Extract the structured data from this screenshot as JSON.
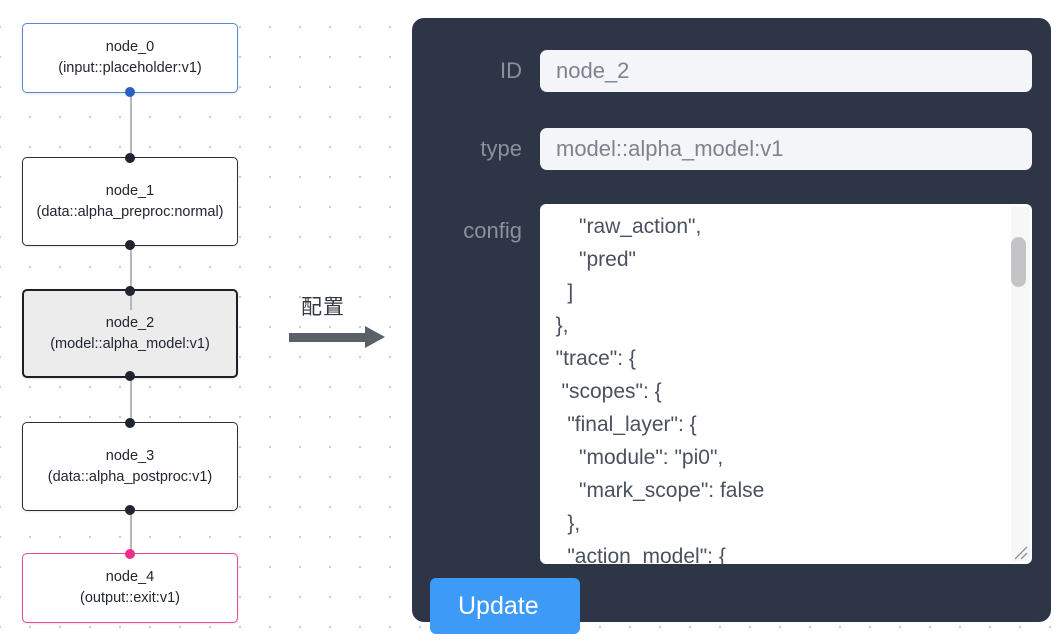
{
  "canvas": {
    "nodes": [
      {
        "id": "node_0",
        "label_line1": "node_0",
        "label_line2": "(input::placeholder:v1)",
        "kind": "input",
        "selected": false
      },
      {
        "id": "node_1",
        "label_line1": "node_1",
        "label_line2": "(data::alpha_preproc:normal)",
        "kind": "default",
        "selected": false
      },
      {
        "id": "node_2",
        "label_line1": "node_2",
        "label_line2": "(model::alpha_model:v1)",
        "kind": "default",
        "selected": true
      },
      {
        "id": "node_3",
        "label_line1": "node_3",
        "label_line2": "(data::alpha_postproc:v1)",
        "kind": "default",
        "selected": false
      },
      {
        "id": "node_4",
        "label_line1": "node_4",
        "label_line2": "(output::exit:v1)",
        "kind": "output",
        "selected": false
      }
    ],
    "colors": {
      "input_border": "#5b86d6",
      "output_border": "#e8499b",
      "default_border": "#2b2f3a",
      "selected_fill": "#ececed",
      "edge": "#b4b7bd",
      "dot_grid": "#c9ccd4"
    }
  },
  "arrow": {
    "label": "配置",
    "icon": "right-arrow-icon",
    "color": "#5b6068"
  },
  "panel": {
    "background": "#2d3546",
    "fields": {
      "id": {
        "label": "ID",
        "value": "node_2"
      },
      "type": {
        "label": "type",
        "value": "model::alpha_model:v1"
      },
      "config": {
        "label": "config",
        "value": "      \"raw_action\",\n      \"pred\"\n    ]\n  },\n  \"trace\": {\n   \"scopes\": {\n    \"final_layer\": {\n      \"module\": \"pi0\",\n      \"mark_scope\": false\n    },\n    \"action_model\": {"
      }
    },
    "update_button": {
      "label": "Update",
      "color": "#3d9bf7"
    },
    "scrollbar": {
      "name": "vertical-scrollbar",
      "thumb_color": "#c4c4c6"
    },
    "resize_handle": {
      "name": "resize-handle-icon"
    }
  }
}
